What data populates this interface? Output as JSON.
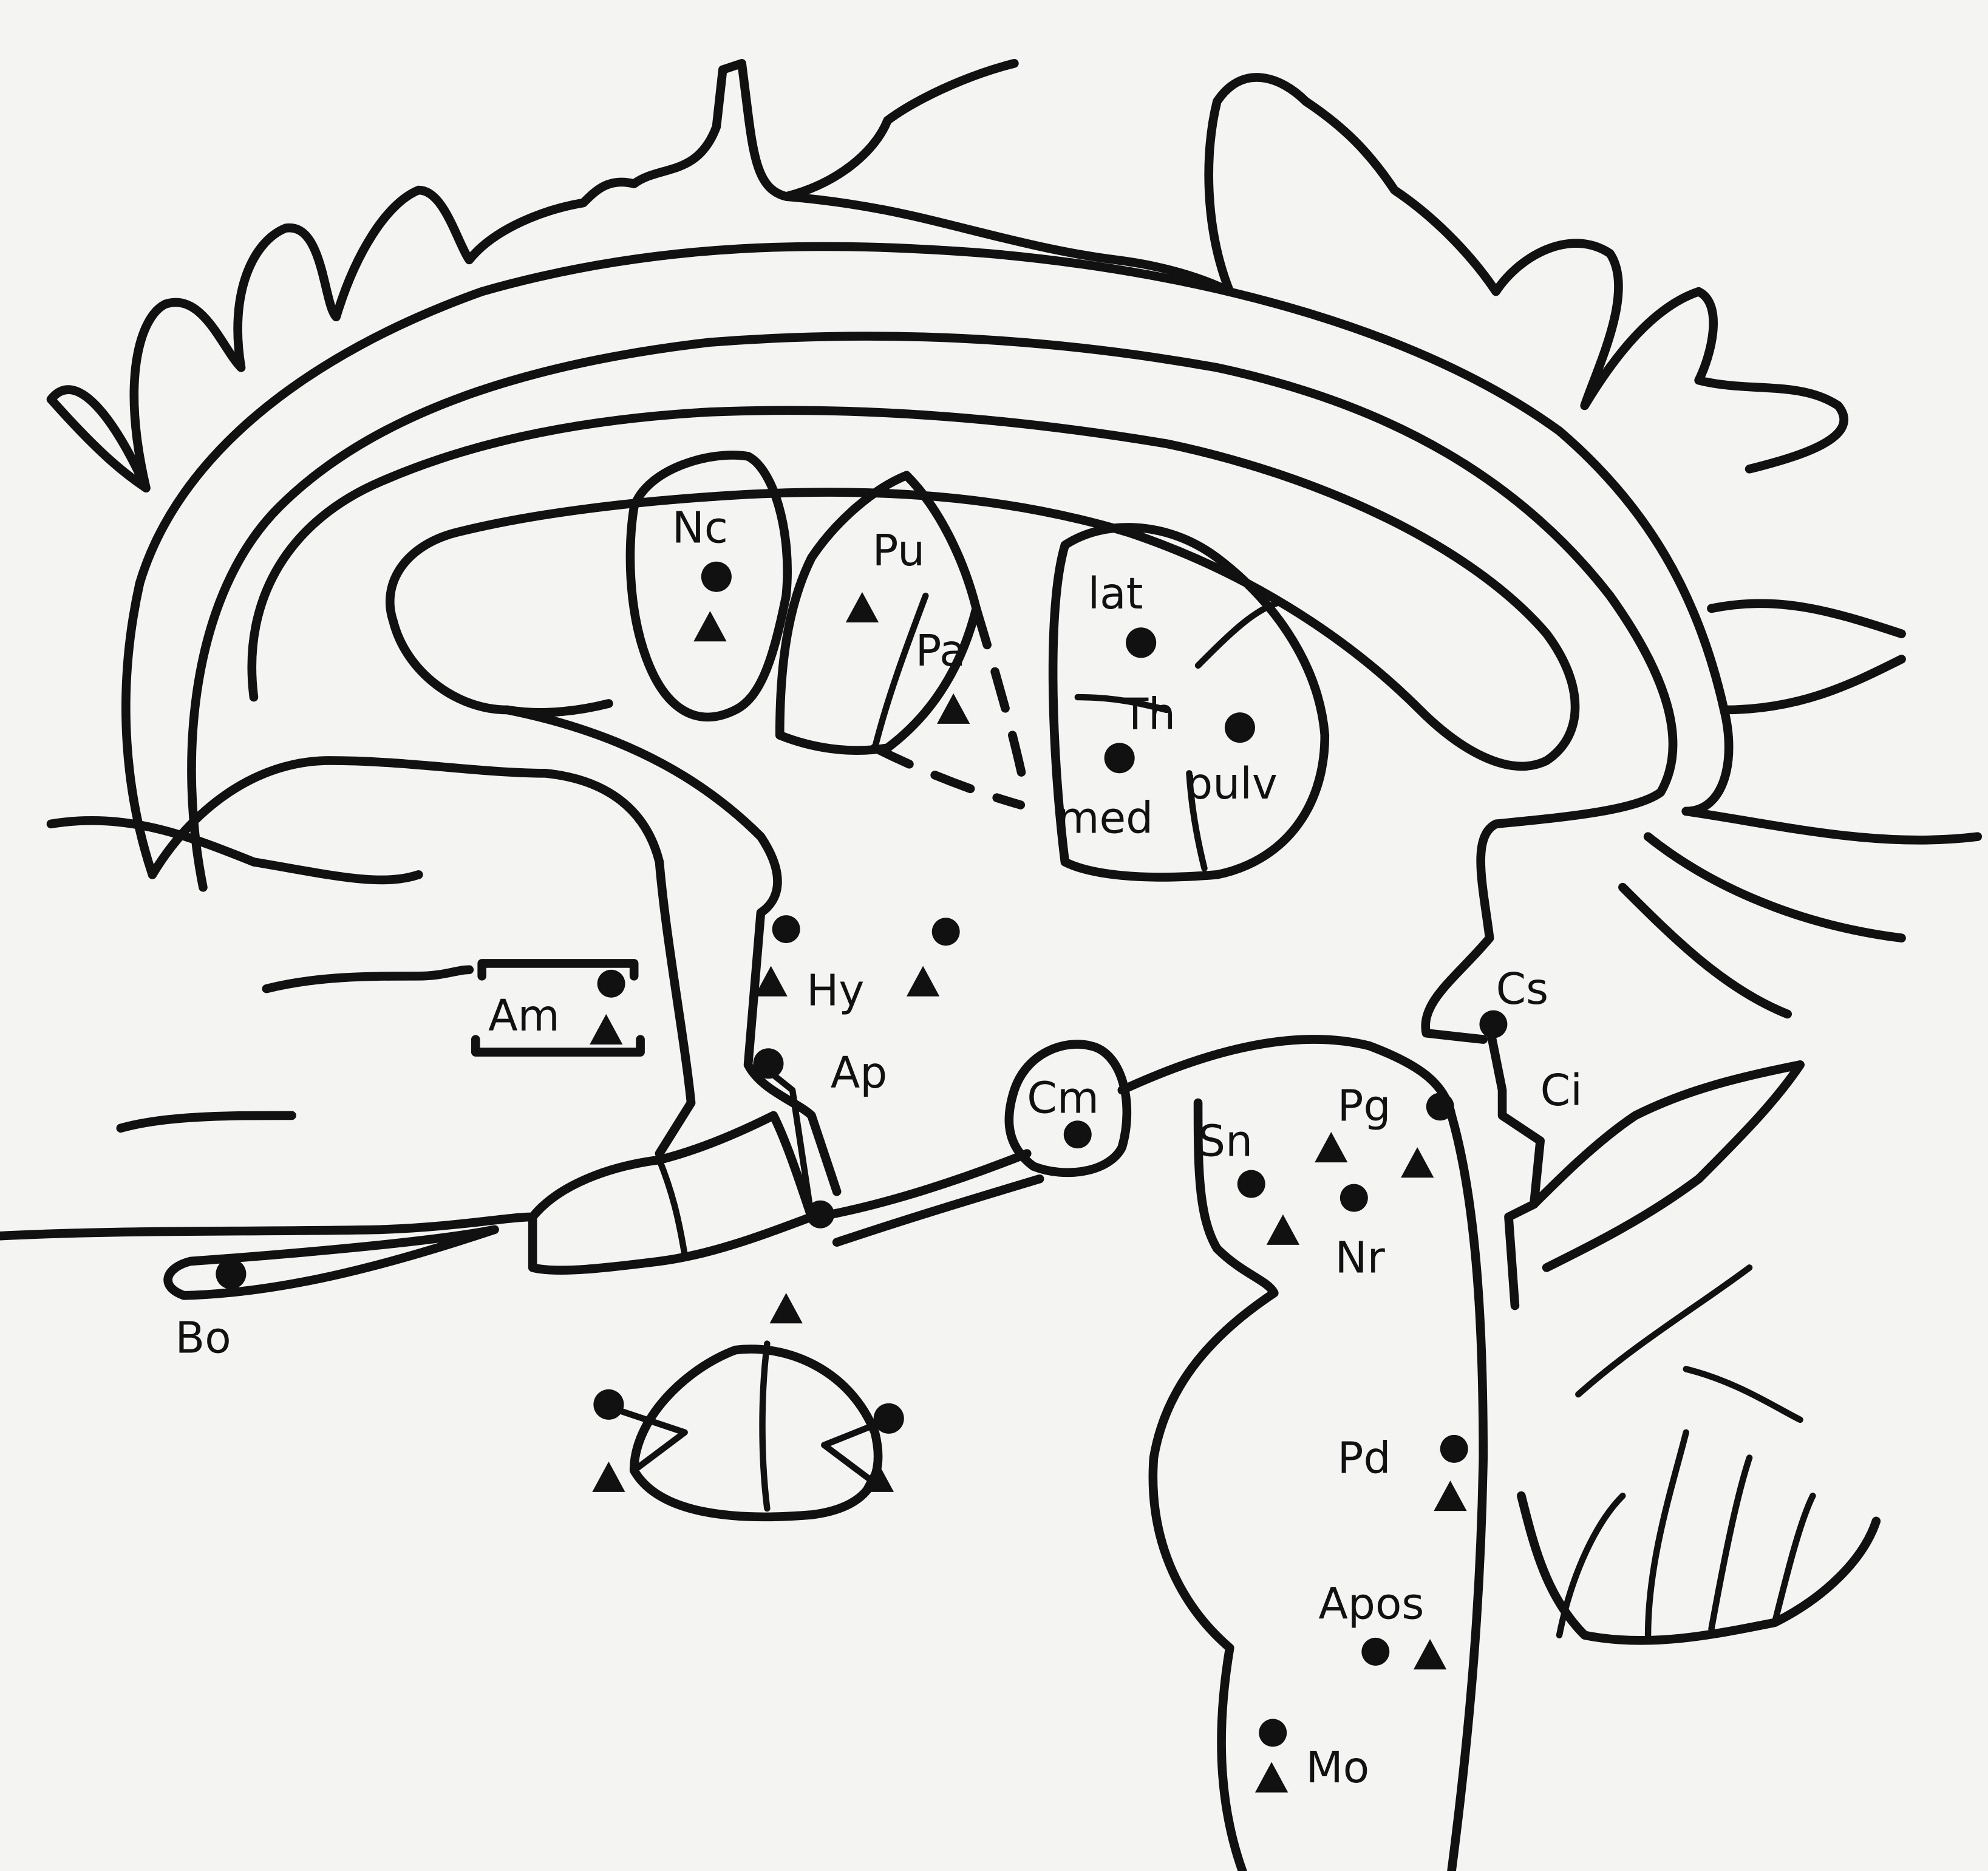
{
  "labels": {
    "nc": "Nc",
    "pu": "Pu",
    "pa": "Pa",
    "lat": "lat",
    "th": "Th",
    "med": "med",
    "pulv": "pulv",
    "hy": "Hy",
    "am": "Am",
    "ap": "Ap",
    "cm": "Cm",
    "sn": "Sn",
    "pg": "Pg",
    "nr": "Nr",
    "cs": "Cs",
    "ci": "Ci",
    "bo": "Bo",
    "pd": "Pd",
    "apos": "Apos",
    "mo": "Mo"
  },
  "legend_symbols": {
    "dot": "filled-circle",
    "triangle": "filled-triangle"
  },
  "colors": {
    "ink": "#111111",
    "paper": "#f4f4f2"
  }
}
